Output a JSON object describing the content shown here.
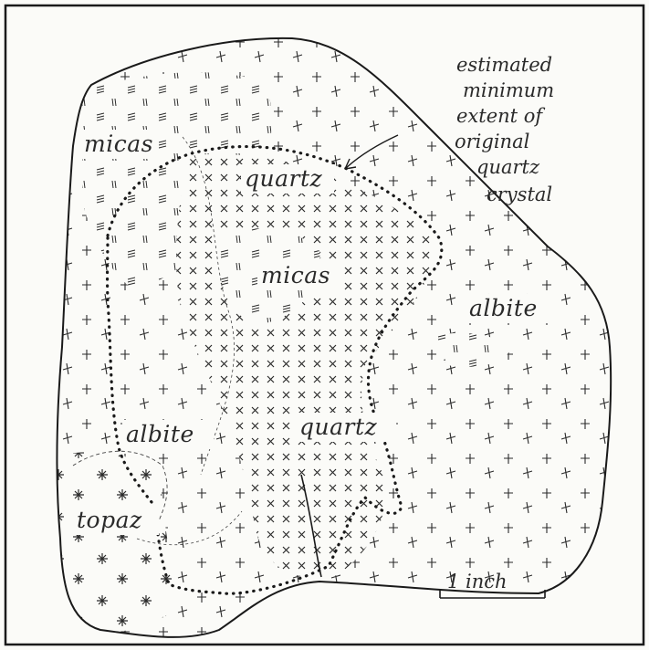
{
  "labels": {
    "micas_upper": "micas",
    "quartz_upper": "quartz",
    "micas_center": "micas",
    "albite_right": "albite",
    "albite_left": "albite",
    "quartz_lower": "quartz",
    "topaz": "topaz"
  },
  "annotation": {
    "line1": "estimated",
    "line2": "minimum",
    "line3": "extent of",
    "line4": "original",
    "line5": "quartz",
    "line6": "crystal"
  },
  "scale_bar": {
    "label": "1 inch"
  },
  "colors": {
    "ink": "#2a2a2a",
    "paper": "#fbfbf8",
    "frame": "#1a1a1a"
  }
}
